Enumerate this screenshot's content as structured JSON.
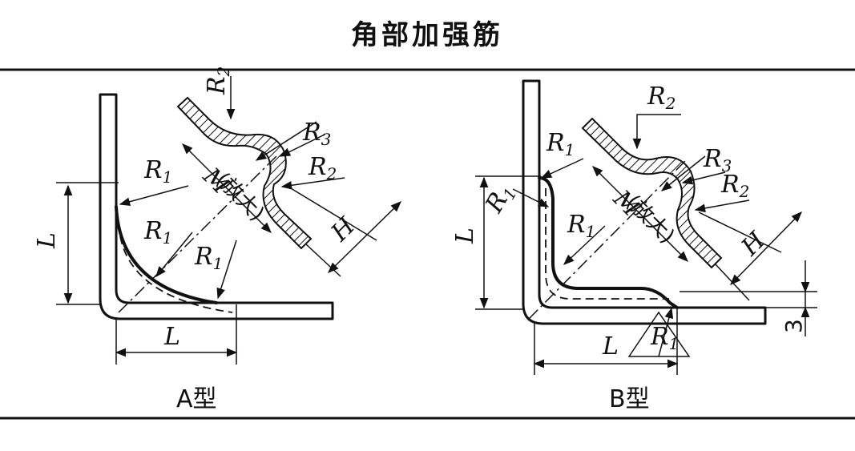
{
  "title": "角部加强筋",
  "labels": {
    "R1": "R",
    "R2": "R",
    "R3": "R",
    "sub1": "1",
    "sub2": "2",
    "sub3": "3",
    "L": "L",
    "H": "H",
    "M": "M",
    "M_note": "(放大)",
    "three": "3"
  },
  "captions": {
    "a": "A型",
    "b": "B型"
  }
}
